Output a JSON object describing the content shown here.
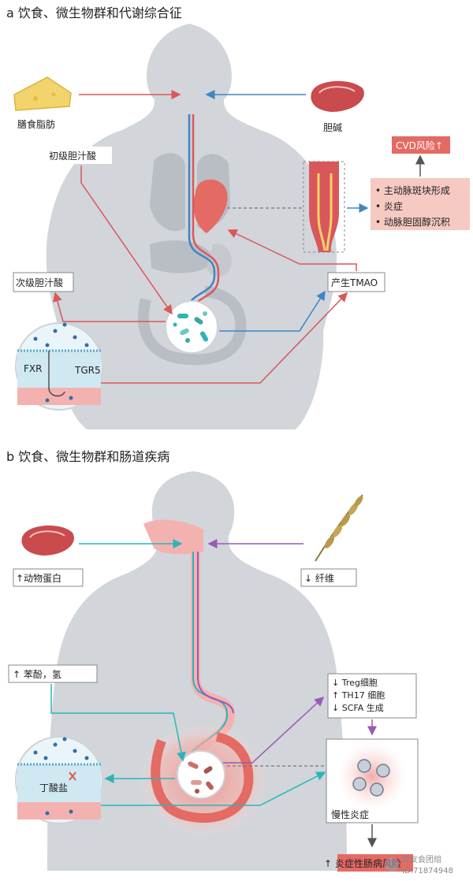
{
  "panel_a": {
    "title": "a 饮食、微生物群和代谢综合征",
    "dietary_fat": "膳食脂肪",
    "choline": "胆碱",
    "primary_bile_acid": "初级胆汁酸",
    "cvd_risk": "CVD风险↑",
    "cvd_items": [
      "• 主动脉斑块形成",
      "• 炎症",
      "• 动脉胆固醇沉积"
    ],
    "secondary_bile_acid": "次级胆汁酸",
    "tmao": "产生TMAO",
    "fxr": "FXR",
    "tgr5": "TGR5"
  },
  "panel_b": {
    "title": "b 饮食、微生物群和肠道疾病",
    "animal_protein": "↑动物蛋白",
    "fiber": "↓  纤维",
    "phenol_h2": "↑  苯酚，氢",
    "immune_lines": [
      "↓  Treg细胞",
      "↑  TH17  细胞",
      "↓  SCFA  生成"
    ],
    "butyrate": "丁酸盐",
    "chronic_inflammation": "慢性炎症",
    "ibd": "↑  炎症性肠病风险"
  },
  "watermark": {
    "line1": "彭友会团组",
    "line2": "ID:71874948"
  },
  "colors": {
    "red_arrow": "#d9575a",
    "blue_arrow": "#3f86c2",
    "teal_arrow": "#2bb5b8",
    "purple_arrow": "#9b59b6",
    "body_gray": "#d2d5da",
    "risk_box": "#f6c9c3"
  }
}
